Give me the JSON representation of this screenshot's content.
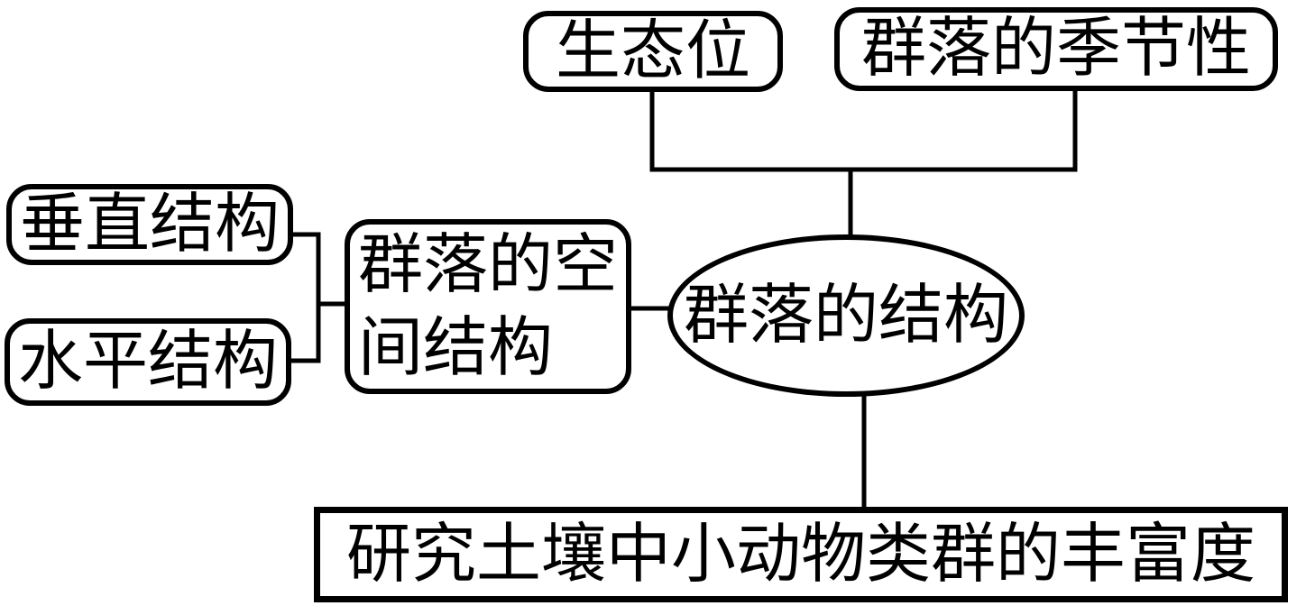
{
  "page": {
    "background_color": "#ffffff"
  },
  "diagram": {
    "type": "concept-map",
    "language": "zh-CN",
    "stroke_color": "#000000",
    "node_fill_color": "#ffffff",
    "text_color": "#000000",
    "nodes": {
      "ecological_niche": {
        "label": "生态位",
        "shape": "rounded-rectangle"
      },
      "community_seasonality": {
        "label": "群落的季节性",
        "shape": "rounded-rectangle"
      },
      "vertical_structure": {
        "label": "垂直结构",
        "shape": "rounded-rectangle"
      },
      "horizontal_structure": {
        "label": "水平结构",
        "shape": "rounded-rectangle"
      },
      "spatial_structure": {
        "label": "群落的空间结构",
        "shape": "rounded-rectangle",
        "lines": {
          "0": "群落的空",
          "1": "间结构"
        }
      },
      "community_structure": {
        "label": "群落的结构",
        "shape": "ellipse"
      },
      "soil_animal_richness_study": {
        "label": "研究土壤中小动物类群的丰富度",
        "shape": "rectangle"
      }
    },
    "edges": [
      {
        "from": "ecological_niche",
        "to": "community_structure"
      },
      {
        "from": "community_seasonality",
        "to": "community_structure"
      },
      {
        "from": "vertical_structure",
        "to": "spatial_structure"
      },
      {
        "from": "horizontal_structure",
        "to": "spatial_structure"
      },
      {
        "from": "spatial_structure",
        "to": "community_structure"
      },
      {
        "from": "community_structure",
        "to": "soil_animal_richness_study"
      }
    ]
  }
}
